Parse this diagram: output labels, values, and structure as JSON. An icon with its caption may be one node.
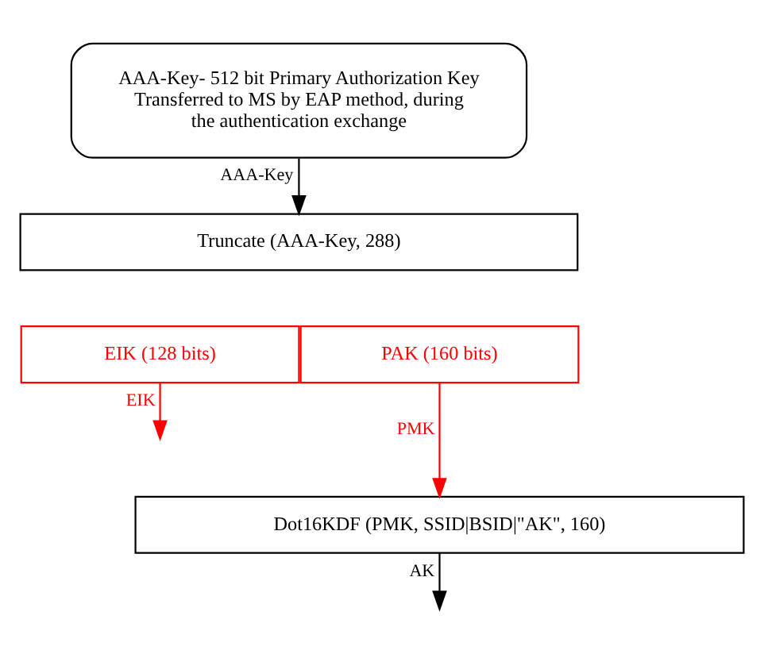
{
  "diagram": {
    "nodes": [
      {
        "text": [
          "AAA-Key- 512 bit Primary Authorization Key Transferred to MS by EAP method, during the authentication exchange"
        ]
      },
      {
        "text": [
          "Truncate (AAA-Key, 288)"
        ]
      },
      {
        "text": [
          "EIK (128 bits)"
        ]
      },
      {
        "text": [
          "PAK (160 bits)"
        ]
      },
      {
        "text": [
          "Dot16KDF (PMK, SSID|BSID|\"AK\", 160)"
        ]
      }
    ],
    "edges": [
      {
        "from": 0,
        "to": 1,
        "arrow": "to",
        "label": "AAA-Key"
      },
      {
        "from": 2,
        "to": null,
        "arrow": "to",
        "label": "EIK",
        "color": "#ff0000"
      },
      {
        "from": 3,
        "to": 4,
        "arrow": "to",
        "label": "PMK",
        "color": "#ff0000"
      },
      {
        "from": 4,
        "to": null,
        "arrow": "to",
        "label": "AK"
      }
    ]
  }
}
